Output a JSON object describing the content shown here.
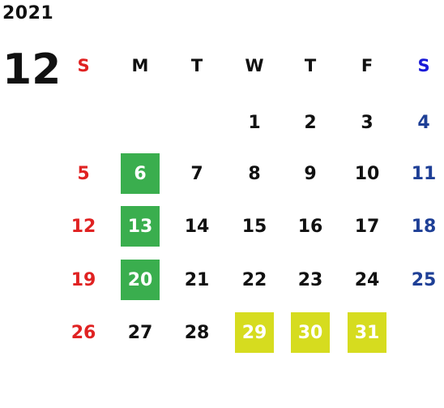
{
  "year": "2021",
  "month": "12",
  "weekdays": [
    "S",
    "M",
    "T",
    "W",
    "T",
    "F",
    "S"
  ],
  "weeks": [
    [
      "",
      "",
      "",
      "1",
      "2",
      "3",
      "4"
    ],
    [
      "5",
      "6",
      "7",
      "8",
      "9",
      "10",
      "11"
    ],
    [
      "12",
      "13",
      "14",
      "15",
      "16",
      "17",
      "18"
    ],
    [
      "19",
      "20",
      "21",
      "22",
      "23",
      "24",
      "25"
    ],
    [
      "26",
      "27",
      "28",
      "29",
      "30",
      "31",
      ""
    ]
  ],
  "highlights": {
    "green": [
      "6",
      "13",
      "20"
    ],
    "yellow": [
      "29",
      "30",
      "31"
    ]
  },
  "colors": {
    "sunday": "#e02222",
    "saturday": "#1e3f96",
    "saturday_header": "#1a1ad8",
    "green_highlight": "#3aae4e",
    "yellow_highlight": "#d6dc1f",
    "text": "#111111"
  }
}
